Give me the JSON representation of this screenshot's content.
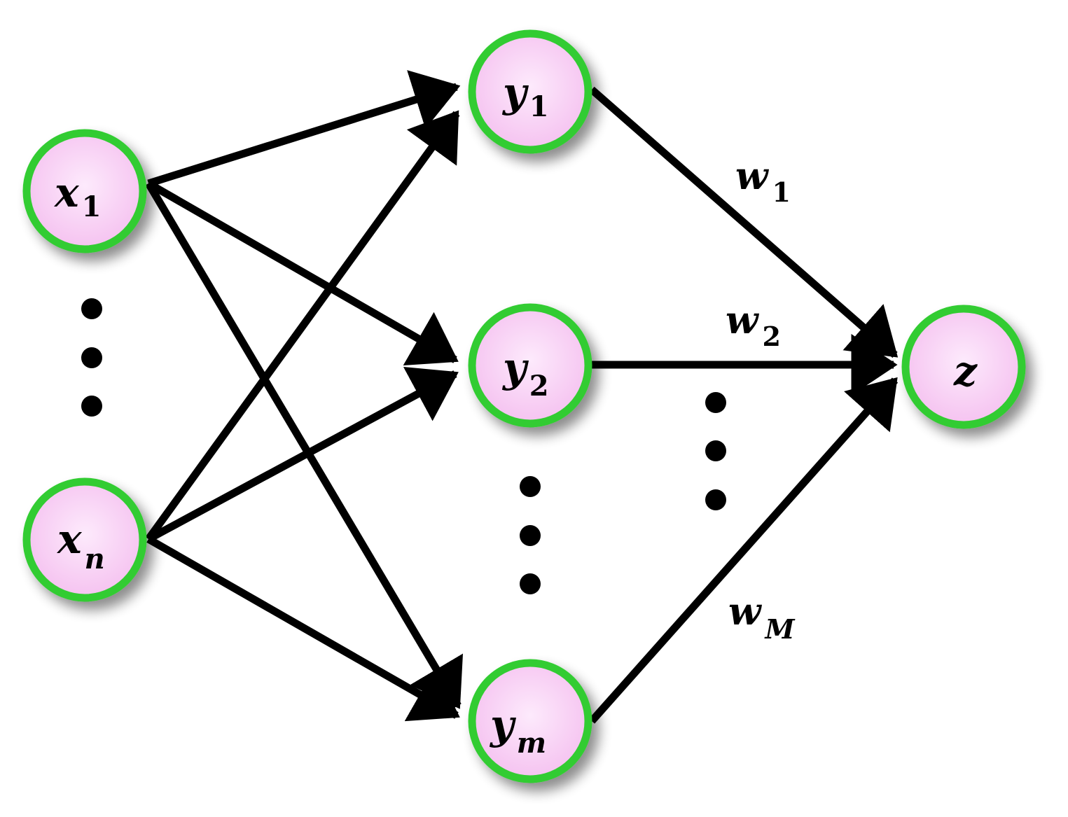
{
  "colors": {
    "node_fill": "#f8c8f4",
    "node_fill_center": "#fdeafc",
    "node_stroke": "#33cc33",
    "edge": "#000000",
    "background": "#ffffff"
  },
  "nodes": {
    "x1": {
      "base": "x",
      "sub": "1"
    },
    "xn": {
      "base": "x",
      "sub": "n"
    },
    "y1": {
      "base": "y",
      "sub": "1"
    },
    "y2": {
      "base": "y",
      "sub": "2"
    },
    "ym": {
      "base": "y",
      "sub": "m"
    },
    "z": {
      "base": "z",
      "sub": ""
    }
  },
  "weights": {
    "w1": {
      "base": "w",
      "sub": "1"
    },
    "w2": {
      "base": "w",
      "sub": "2"
    },
    "wM": {
      "base": "w",
      "sub": "M"
    }
  },
  "ellipsis_icon": "vertical-dots"
}
